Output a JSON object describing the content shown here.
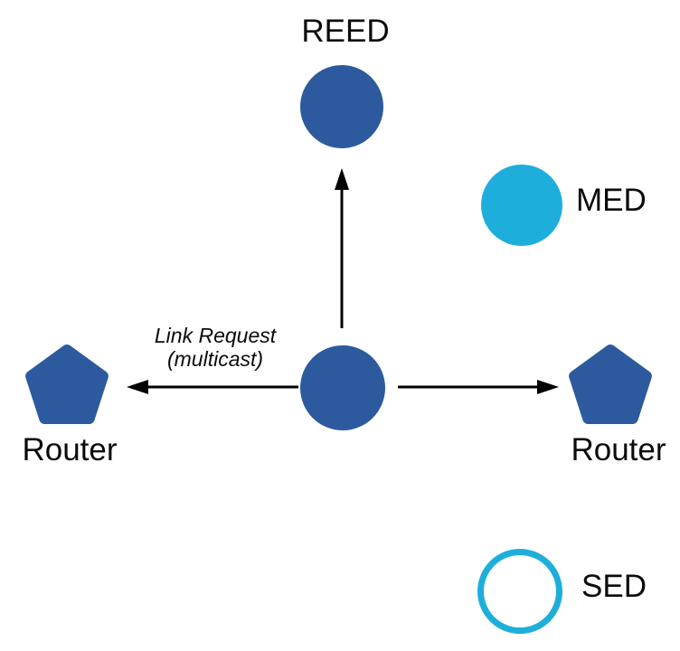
{
  "diagram": {
    "labels": {
      "reed": "REED",
      "med": "MED",
      "sed": "SED",
      "router_left": "Router",
      "router_right": "Router"
    },
    "annotation": {
      "line1": "Link Request",
      "line2": "(multicast)"
    },
    "colors": {
      "node_blue": "#2D5A9E",
      "node_cyan": "#1EAEDC",
      "arrow_black": "#000000",
      "label_text": "#0B0B0B",
      "background": "#FFFFFF"
    },
    "nodes": [
      {
        "id": "reed-node",
        "shape": "circle-filled",
        "color": "#2D5A9E",
        "label": "REED"
      },
      {
        "id": "med-node",
        "shape": "circle-filled",
        "color": "#1EAEDC",
        "label": "MED"
      },
      {
        "id": "joining-device-node",
        "shape": "circle-filled",
        "color": "#2D5A9E",
        "label": ""
      },
      {
        "id": "router-left-node",
        "shape": "pentagon-filled",
        "color": "#2D5A9E",
        "label": "Router"
      },
      {
        "id": "router-right-node",
        "shape": "pentagon-filled",
        "color": "#2D5A9E",
        "label": "Router"
      },
      {
        "id": "sed-node",
        "shape": "circle-outline",
        "color": "#1EAEDC",
        "label": "SED"
      }
    ],
    "edges": [
      {
        "from": "joining-device-node",
        "to": "reed-node",
        "style": "arrow",
        "label": ""
      },
      {
        "from": "joining-device-node",
        "to": "router-left-node",
        "style": "arrow",
        "label": "Link Request (multicast)"
      },
      {
        "from": "joining-device-node",
        "to": "router-right-node",
        "style": "arrow",
        "label": ""
      }
    ]
  }
}
